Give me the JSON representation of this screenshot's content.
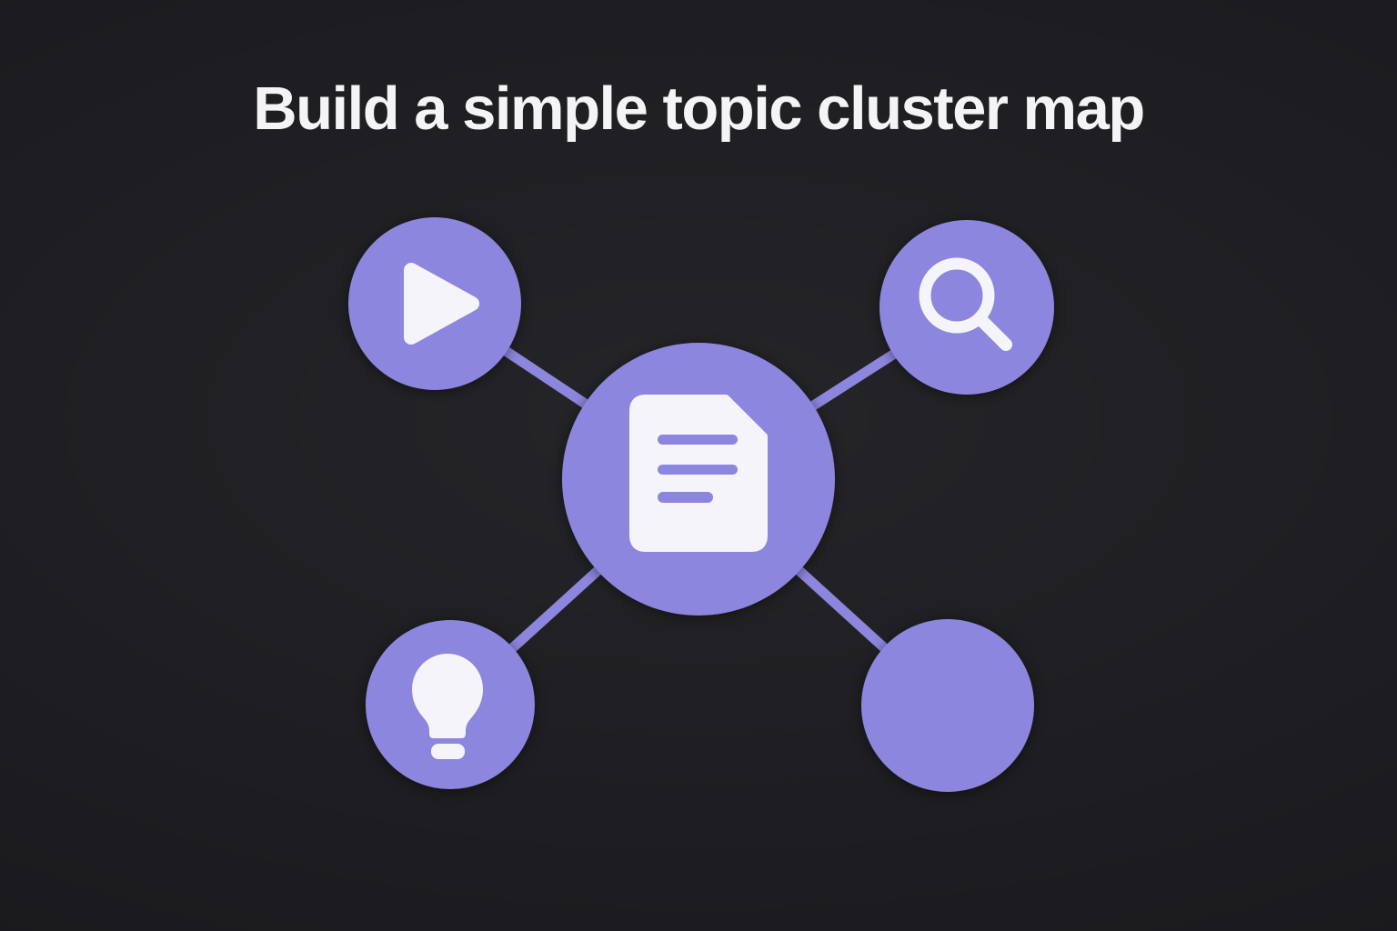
{
  "title": {
    "text": "Build a simple topic cluster map"
  },
  "colors": {
    "background": "#1d1d21",
    "accent": "#8d86de",
    "icon_fill": "#f5f4fa",
    "title_color": "#f4f4f6"
  },
  "diagram": {
    "type": "topic-cluster-map",
    "hub": {
      "id": "pillar-page",
      "icon": "document-icon"
    },
    "nodes": [
      {
        "id": "video",
        "icon": "play-icon",
        "position": "top-left"
      },
      {
        "id": "search",
        "icon": "search-icon",
        "position": "top-right"
      },
      {
        "id": "idea",
        "icon": "lightbulb-icon",
        "position": "bottom-left"
      },
      {
        "id": "blank",
        "icon": "none",
        "position": "bottom-right"
      }
    ],
    "connector_count": 4
  }
}
